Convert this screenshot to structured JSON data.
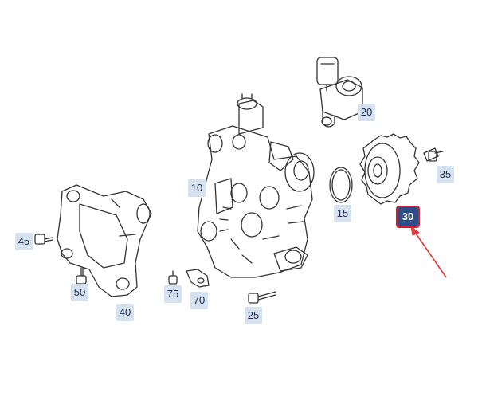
{
  "diagram": {
    "parts": [
      {
        "id": "p20",
        "label": "20"
      },
      {
        "id": "p35",
        "label": "35"
      },
      {
        "id": "p10",
        "label": "10"
      },
      {
        "id": "p15",
        "label": "15"
      },
      {
        "id": "p30",
        "label": "30",
        "selected": true
      },
      {
        "id": "p45",
        "label": "45"
      },
      {
        "id": "p50",
        "label": "50"
      },
      {
        "id": "p75",
        "label": "75"
      },
      {
        "id": "p70",
        "label": "70"
      },
      {
        "id": "p40",
        "label": "40"
      },
      {
        "id": "p25",
        "label": "25"
      }
    ],
    "colors": {
      "label_bg": "#d6e2f0",
      "label_text": "#1a2a4a",
      "selected_bg": "#2f4d86",
      "selected_border": "#d01f2c",
      "arrow": "#e03a3a",
      "line": "#333333"
    },
    "icons": [
      "pointer-arrow-icon"
    ]
  }
}
